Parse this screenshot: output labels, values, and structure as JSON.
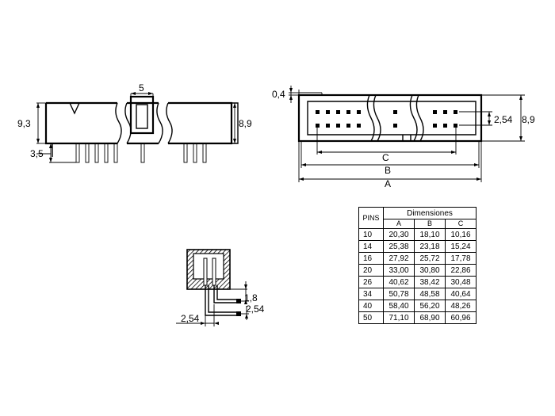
{
  "side_view": {
    "width_top": "5",
    "height_total": "9,3",
    "pin_length": "3,5",
    "body_height": "8,9"
  },
  "top_view": {
    "wall": "0,4",
    "pitch": "2,54",
    "depth": "8,9",
    "dim_c": "C",
    "dim_b": "B",
    "dim_a": "A"
  },
  "end_view": {
    "offset": "1,8",
    "pitch_v": "2,54",
    "pitch_h": "2,54"
  },
  "table": {
    "pins_header": "PINS",
    "group_header": "Dimensiones",
    "columns": [
      "A",
      "B",
      "C"
    ],
    "rows": [
      {
        "pins": "10",
        "a": "20,30",
        "b": "18,10",
        "c": "10,16"
      },
      {
        "pins": "14",
        "a": "25,38",
        "b": "23,18",
        "c": "15,24"
      },
      {
        "pins": "16",
        "a": "27,92",
        "b": "25,72",
        "c": "17,78"
      },
      {
        "pins": "20",
        "a": "33,00",
        "b": "30,80",
        "c": "22,86"
      },
      {
        "pins": "26",
        "a": "40,62",
        "b": "38,42",
        "c": "30,48"
      },
      {
        "pins": "34",
        "a": "50,78",
        "b": "48,58",
        "c": "40,64"
      },
      {
        "pins": "40",
        "a": "58,40",
        "b": "56,20",
        "c": "48,26"
      },
      {
        "pins": "50",
        "a": "71,10",
        "b": "68,90",
        "c": "60,96"
      }
    ]
  }
}
